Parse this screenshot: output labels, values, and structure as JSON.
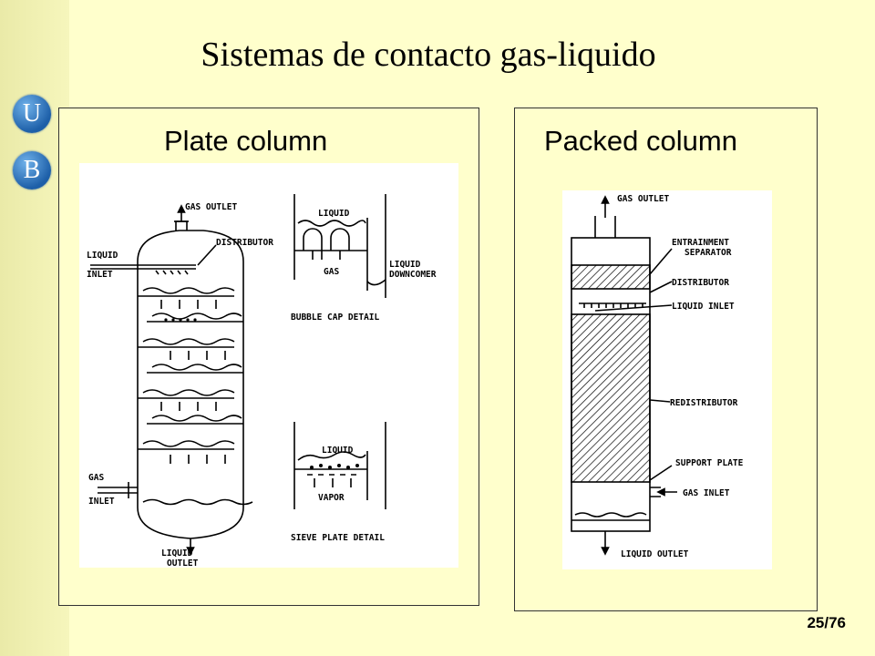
{
  "slide": {
    "title": "Sistemas de contacto gas-liquido",
    "logo_letters": [
      "U",
      "B"
    ],
    "page_number": "25/76"
  },
  "plate_panel": {
    "heading": "Plate column",
    "labels": {
      "gas_outlet": "GAS OUTLET",
      "distributor": "DISTRIBUTOR",
      "liquid_inlet_1": "LIQUID",
      "liquid_inlet_2": "INLET",
      "gas_inlet_1": "GAS",
      "gas_inlet_2": "INLET",
      "liquid_outlet_1": "LIQUID",
      "liquid_outlet_2": "OUTLET",
      "bc_liquid": "LIQUID",
      "bc_gas": "GAS",
      "bc_downcomer_1": "LIQUID",
      "bc_downcomer_2": "DOWNCOMER",
      "bubble_cap_detail": "BUBBLE CAP DETAIL",
      "sp_liquid": "LIQUID",
      "sp_vapor": "VAPOR",
      "sieve_plate_detail": "SIEVE PLATE DETAIL"
    }
  },
  "packed_panel": {
    "heading": "Packed column",
    "labels": {
      "gas_outlet": "GAS OUTLET",
      "entrainment_1": "ENTRAINMENT",
      "entrainment_2": "SEPARATOR",
      "distributor": "DISTRIBUTOR",
      "liquid_inlet": "LIQUID INLET",
      "redistributor": "REDISTRIBUTOR",
      "support_plate": "SUPPORT PLATE",
      "gas_inlet": "GAS INLET",
      "liquid_outlet": "LIQUID OUTLET"
    }
  }
}
